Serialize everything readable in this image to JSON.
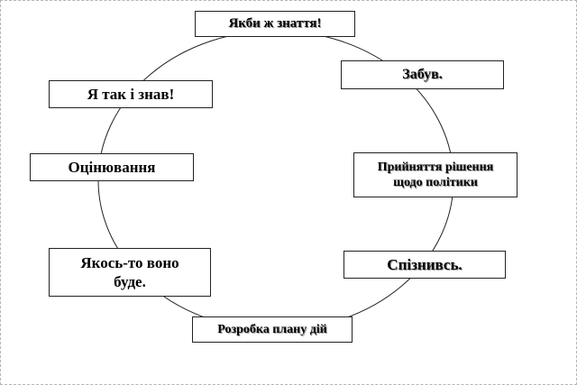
{
  "diagram": {
    "nodes": {
      "top": "Якби ж знаття!",
      "forgot": "Забув.",
      "knew": "Я так і знав!",
      "evaluation": "Оцінювання",
      "decision_line1": "Прийняття рішення",
      "decision_line2": "щодо політики",
      "late": "Спізнивсь.",
      "somehow_line1": "Якось-то воно",
      "somehow_line2": "буде.",
      "plan": "Розробка плану дій"
    },
    "colors": {
      "stroke": "#222222",
      "background": "#ffffff",
      "frame": "#b5b5b5"
    }
  }
}
